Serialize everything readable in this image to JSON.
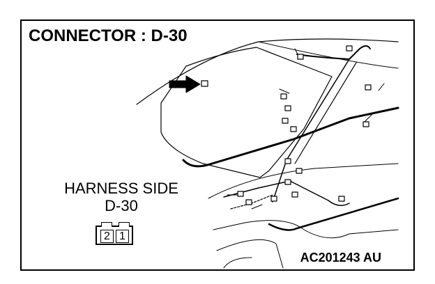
{
  "diagram": {
    "title": "CONNECTOR : D-30",
    "harness_label_line1": "HARNESS SIDE",
    "harness_label_line2": "D-30",
    "pins": [
      "2",
      "1"
    ],
    "figure_code": "AC201243 AU",
    "colors": {
      "ink": "#000000",
      "background": "#ffffff"
    }
  }
}
